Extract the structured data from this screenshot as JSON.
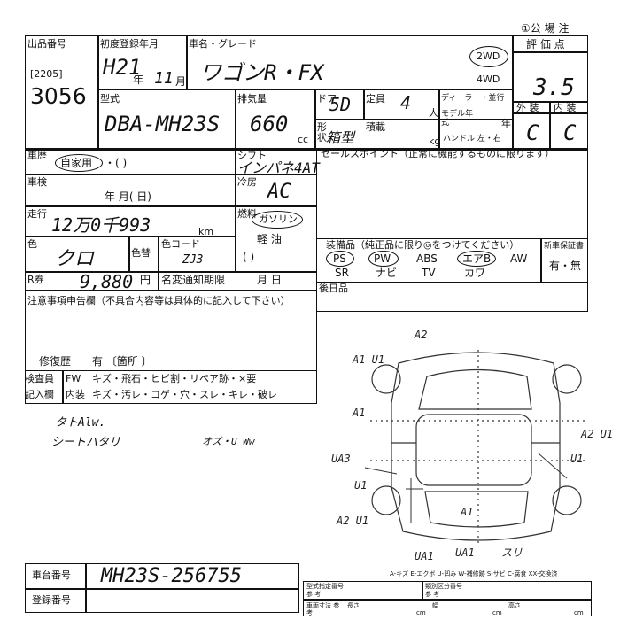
{
  "header": {
    "title_stamp": "①公 場 注"
  },
  "lot": {
    "label": "出品番号",
    "session": "[2205]",
    "number": "3056"
  },
  "registration": {
    "label": "初度登録年月",
    "era_year": "H21",
    "year_unit": "年",
    "month": "11",
    "month_unit": "月"
  },
  "model_name": {
    "label": "車名・グレード",
    "value": "ワゴンR・FX"
  },
  "drive": {
    "opt_2wd": "2WD",
    "opt_4wd": "4WD"
  },
  "rating": {
    "label": "評 価 点",
    "score": "3.5",
    "exterior_label": "外 装",
    "interior_label": "内 装",
    "exterior": "C",
    "interior": "C"
  },
  "model_code": {
    "label": "型式",
    "value": "DBA-MH23S"
  },
  "displacement": {
    "label": "排気量",
    "value": "660",
    "unit": "cc"
  },
  "doors": {
    "label": "ドア",
    "value": "5D"
  },
  "capacity": {
    "label": "定員",
    "value": "4",
    "unit": "人"
  },
  "dealer": {
    "label": "ディーラー・並行",
    "model_year_label": "モデル年式",
    "year_unit": "年"
  },
  "body_type": {
    "label": "形状",
    "value": "箱型",
    "load_label": "積載",
    "load_unit": "kg",
    "handle_label": "ハンドル 左・右"
  },
  "usage": {
    "label": "車歴",
    "value": "自家用",
    "rest": "・(      )"
  },
  "shift": {
    "label": "シフト",
    "value": "インパネ4AT"
  },
  "sale_points": {
    "label": "セールスポイント（正常に機能するものに限ります）"
  },
  "inspection": {
    "label": "車検",
    "text": "年    月(     日)"
  },
  "aircon": {
    "label": "冷房",
    "value": "AC"
  },
  "mileage": {
    "label": "走行",
    "value": "12万0千993",
    "unit": "km"
  },
  "fuel": {
    "label": "燃料",
    "gasoline": "ガソリン",
    "diesel": "軽 油",
    "other": "(       )"
  },
  "color": {
    "label": "色",
    "value": "クロ",
    "code_label_1": "色替",
    "code_label_2": "色コード",
    "code_value": "ZJ3"
  },
  "equipment": {
    "label": "装備品（純正品に限り◎をつけてください）",
    "items": [
      "PS",
      "PW",
      "ABS",
      "エアB",
      "AW",
      "SR",
      "ナビ",
      "TV",
      "カワ"
    ],
    "new_car_label": "新車保証書",
    "new_car_value": "有・無"
  },
  "recycle": {
    "label": "R券",
    "value": "9,880",
    "unit": "円",
    "deadline_label": "名変通知期限",
    "deadline_value": "月      日"
  },
  "rear_seat": {
    "label": "後日品"
  },
  "notes": {
    "label": "注意事項申告欄（不具合内容等は具体的に記入して下さい）",
    "repair_label": "修復歴",
    "repair_value": "有 〔箇所                        〕"
  },
  "inspector": {
    "label_1": "検査員",
    "label_2": "記入欄",
    "fw": "FW",
    "interior_tag": "内装",
    "line_1": "キズ・飛石・ヒビ割・リペア跡・×要",
    "line_2": "キズ・汚レ・コゲ・穴・スレ・キレ・破レ",
    "hand_1": "タトAlw.",
    "hand_2": "シートハタリ",
    "hand_3": "オズ・U Ww"
  },
  "damage_marks": [
    "A2",
    "A1",
    "U1",
    "A1",
    "A2 U1",
    "UA3",
    "U1",
    "U1",
    "A1",
    "A2 U1",
    "UA1",
    "UA1",
    "スリ"
  ],
  "legend": {
    "text": "A-キズ  E-エクボ  U-凹み  W-補修跡  S-サビ  C-腐食  XX-交換済"
  },
  "chassis": {
    "label": "車台番号",
    "value": "MH23S-256755"
  },
  "plate": {
    "label": "登録番号"
  },
  "type_approval": {
    "label": "型式指定番号",
    "ref": "参 考"
  },
  "class_number": {
    "label": "類別区分番号",
    "ref": "参 考"
  },
  "dims": {
    "label": "車両寸法 参 考",
    "length": "長さ",
    "width": "幅",
    "height": "高さ",
    "unit": "cm"
  }
}
